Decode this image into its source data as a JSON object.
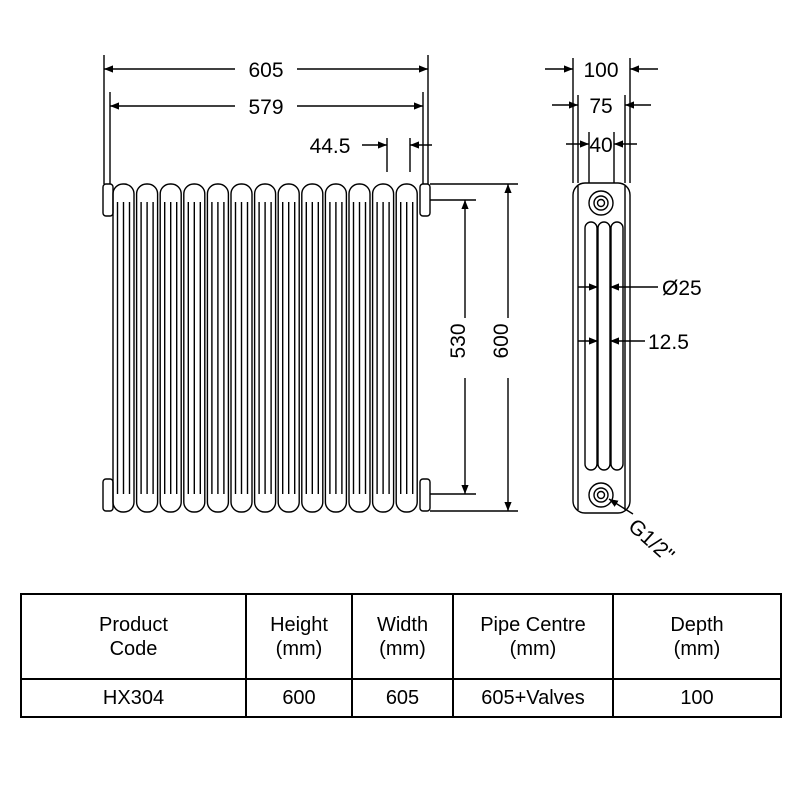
{
  "front_view": {
    "overall_width_label": "605",
    "centre_width_label": "579",
    "column_pitch_label": "44.5",
    "valve_centre_height_label": "530",
    "overall_height_label": "600"
  },
  "side_view": {
    "overall_depth_label": "100",
    "centre_depth_label": "75",
    "column_depth_label": "40",
    "tube_diameter_label": "Ø25",
    "tube_gap_label": "12.5",
    "connection_thread_label": "G1/2\""
  },
  "spec_table": {
    "headers": [
      [
        "Product",
        "Code"
      ],
      [
        "Height",
        "(mm)"
      ],
      [
        "Width",
        "(mm)"
      ],
      [
        "Pipe Centre",
        "(mm)"
      ],
      [
        "Depth",
        "(mm)"
      ]
    ],
    "rows": [
      [
        "HX304",
        "600",
        "605",
        "605+Valves",
        "100"
      ]
    ]
  }
}
